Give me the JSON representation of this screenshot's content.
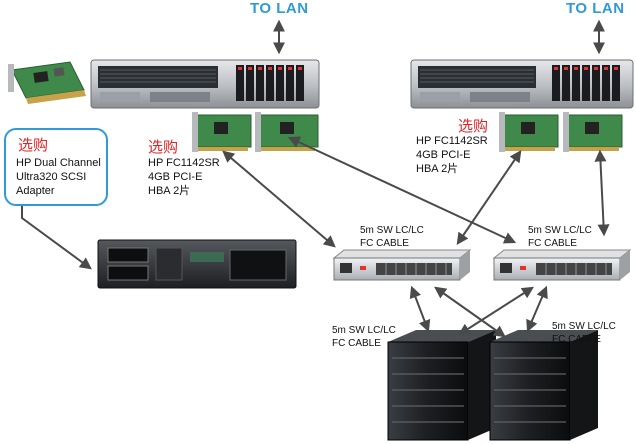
{
  "lan_left": "TO LAN",
  "lan_right": "TO LAN",
  "callout": {
    "tag": "选购",
    "lines": [
      "HP Dual Channel",
      "Ultra320 SCSI",
      "Adapter"
    ]
  },
  "hba_left": {
    "tag": "选购",
    "lines": [
      "HP FC1142SR",
      "4GB   PCI-E",
      "HBA  2片"
    ]
  },
  "hba_right": {
    "tag": "选购",
    "lines": [
      "HP FC1142SR",
      "4GB   PCI-E",
      "HBA  2片"
    ]
  },
  "cables": {
    "switch_left": [
      "5m SW LC/LC",
      "FC CABLE"
    ],
    "switch_right": [
      "5m SW LC/LC",
      "FC CABLE"
    ],
    "storage_left": [
      "5m SW LC/LC",
      "FC CABLE"
    ],
    "storage_right": [
      "5m SW LC/LC",
      "FC CABLE"
    ]
  },
  "colors": {
    "accent": "#2e9ad8",
    "tag_red": "#e02525",
    "arrow": "#4a4a4a"
  }
}
